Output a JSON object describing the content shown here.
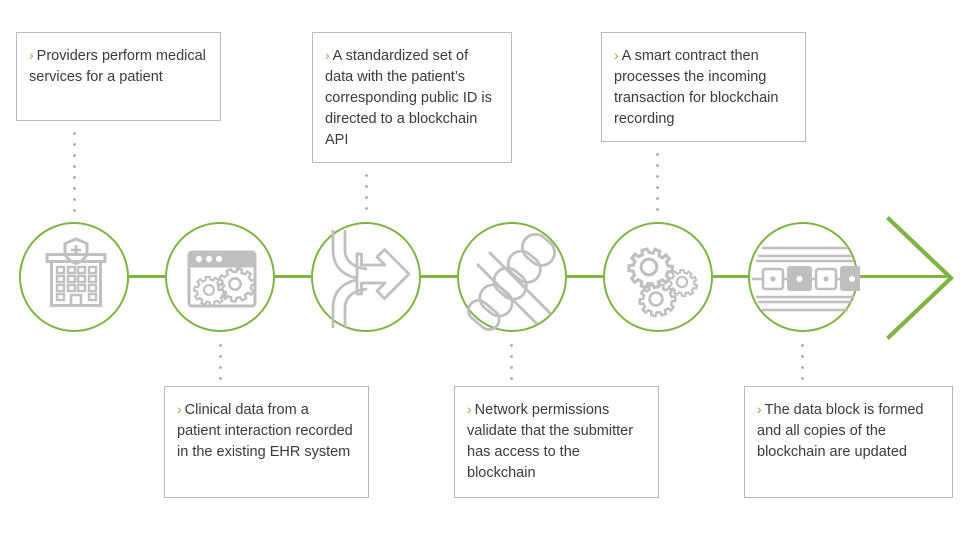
{
  "theme": {
    "accent_green": "#7db442",
    "icon_gray": "#bfbfbf",
    "box_border": "#b9b9b9",
    "text_color": "#3a3a3a",
    "dot_gray": "#b5b5b5"
  },
  "diagram": {
    "type": "process-flow-timeline",
    "bullet_glyph": "›",
    "steps": [
      {
        "id": 1,
        "icon": "hospital-building-icon",
        "callout_position": "above",
        "text": "Providers perform medical services for a patient"
      },
      {
        "id": 2,
        "icon": "browser-window-gears-icon",
        "callout_position": "below",
        "text": "Clinical data from a patient interaction recorded in the existing EHR system"
      },
      {
        "id": 3,
        "icon": "merge-arrow-icon",
        "callout_position": "above",
        "text": "A standardized set of data with the patient’s corresponding public ID is directed to a blockchain API"
      },
      {
        "id": 4,
        "icon": "chain-links-icon",
        "callout_position": "below",
        "text": "Network permissions validate that the submitter has access to the blockchain"
      },
      {
        "id": 5,
        "icon": "three-gears-icon",
        "callout_position": "above",
        "text": "A smart contract then processes the incoming transaction for blockchain recording"
      },
      {
        "id": 6,
        "icon": "blockchain-blocks-icon",
        "callout_position": "below",
        "text": "The data block is formed and all copies of the blockchain are updated"
      }
    ],
    "end_marker": "arrow-head-right-icon"
  }
}
